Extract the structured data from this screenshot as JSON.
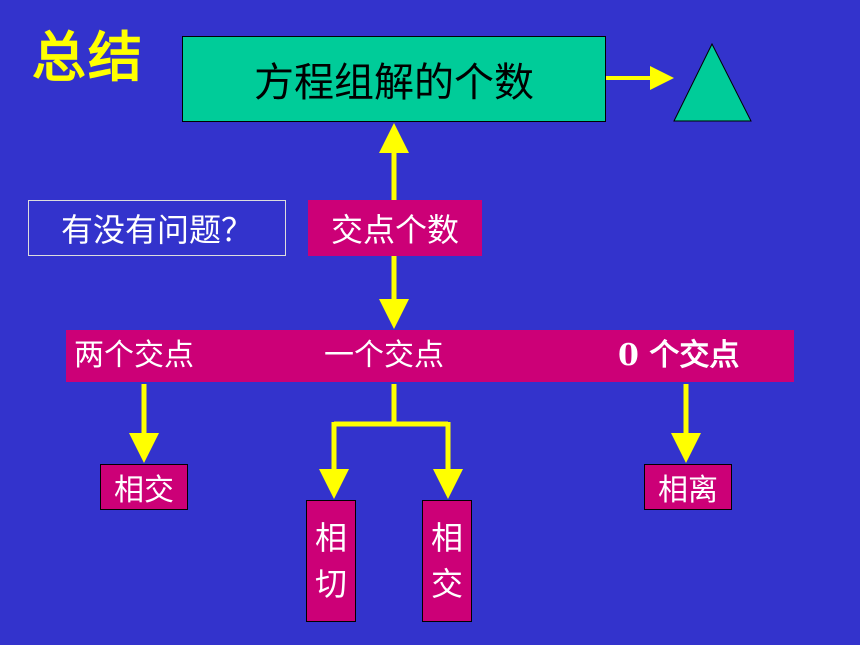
{
  "title": "总结",
  "main_box": {
    "label": "方程组解的个数"
  },
  "question_box": {
    "label": "有没有问题？"
  },
  "intersections_box": {
    "label": "交点个数"
  },
  "cases_bar": {
    "two": "两个交点",
    "one": "一个交点",
    "zero": "0 个交点"
  },
  "outcomes": {
    "intersect_left": "相交",
    "tangent_char1": "相",
    "tangent_char2": "切",
    "intersect_mid_char1": "相",
    "intersect_mid_char2": "交",
    "separate": "相离"
  },
  "colors": {
    "background": "#3333cc",
    "title": "#ffff00",
    "main_box": "#00cc99",
    "triangle": "#00cc99",
    "magenta_box": "#cc0077",
    "arrow": "#ffff00"
  },
  "icons": {
    "triangle": "triangle-icon"
  }
}
